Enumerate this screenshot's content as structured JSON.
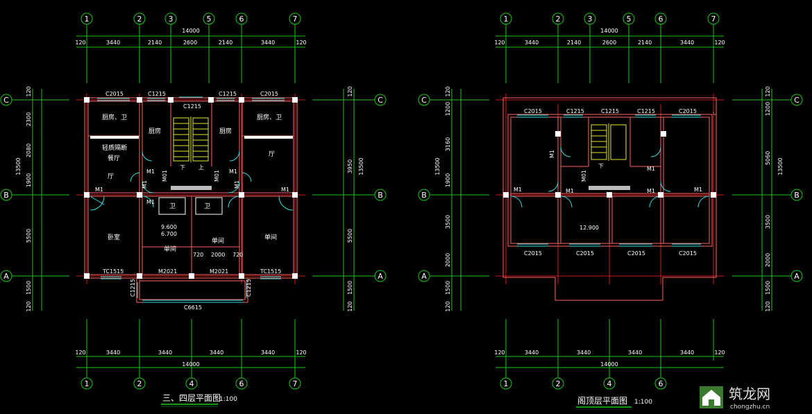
{
  "plans": [
    {
      "title": "三、四层平面图",
      "scale": "1:100",
      "top_axes": [
        "1",
        "2",
        "3",
        "5",
        "6",
        "7"
      ],
      "bottom_axes": [
        "1",
        "2",
        "4",
        "6",
        "7"
      ],
      "row_axes": [
        "C",
        "B",
        "A"
      ],
      "top_total": "14000",
      "top_dims": [
        "120",
        "3440",
        "2140",
        "2600",
        "2140",
        "3440",
        "120"
      ],
      "bottom_total": "14000",
      "bottom_dims": [
        "120",
        "3440",
        "3440",
        "3440",
        "3440",
        "120"
      ],
      "left_dims": [
        "120",
        "2300",
        "2080",
        "1900",
        "5500",
        "1500",
        "120"
      ],
      "left_total": "13500",
      "right_dims": [
        "120",
        "3950",
        "5500",
        "1500",
        "120"
      ],
      "right_total": "13500",
      "labels": {
        "kitchen_left": "厨房、卫",
        "kitchen_right": "厨房、卫",
        "kitchen_inner_left": "厨房",
        "kitchen_inner_right": "厨房",
        "partition": "轻质隔断",
        "dining": "餐厅",
        "hall_left": "厅",
        "hall_right": "厅",
        "bedroom_left": "卧室",
        "bath_left": "卫",
        "bath_right": "卫",
        "elev1": "9.600",
        "elev2": "6.700",
        "single_left": "单间",
        "single_mid": "单间",
        "single_right": "单间",
        "down": "下",
        "up": "上"
      },
      "windows": {
        "c2015_left": "C2015",
        "c1215_left": "C1215",
        "c1215_stair": "C1215",
        "c1215_right": "C1215",
        "c2015_right": "C2015",
        "tc_left": "TC1515",
        "tc_right": "TC1515",
        "m2021_left": "M2021",
        "m2021_right": "M2021",
        "c1215_side_l": "C1215",
        "c1215_side_r": "C1215",
        "c6615": "C6615",
        "dim_720a": "720",
        "dim_2000": "2000",
        "dim_720b": "720"
      },
      "doors": {
        "m1_a": "M1",
        "m1_b": "M1",
        "m1_c": "M1",
        "m1_d": "M1",
        "m1_e": "M1",
        "m1_f": "M1",
        "m1_g": "M1",
        "m01_a": "M01",
        "m01_b": "M01"
      }
    },
    {
      "title": "阁顶层平面图",
      "scale": "1:100",
      "top_axes": [
        "1",
        "2",
        "3",
        "5",
        "6",
        "7"
      ],
      "bottom_axes": [
        "1",
        "2",
        "4",
        "6"
      ],
      "row_axes": [
        "C",
        "B",
        "A"
      ],
      "top_total": "14000",
      "top_dims": [
        "120",
        "3440",
        "2140",
        "2600",
        "2140",
        "3440",
        "120"
      ],
      "bottom_total": "14000",
      "bottom_dims": [
        "120",
        "3440",
        "3440",
        "3440",
        "3440",
        "120"
      ],
      "left_dims": [
        "120",
        "1200",
        "3160",
        "1900",
        "3500",
        "2000",
        "1500",
        "120"
      ],
      "left_total": "13500",
      "right_dims": [
        "120",
        "1200",
        "5060",
        "3500",
        "2000",
        "1500",
        "120"
      ],
      "right_total": "13500",
      "labels": {
        "elev": "12.900",
        "down": "下"
      },
      "windows": {
        "c2015_a": "C2015",
        "c1215_a": "C1215",
        "c1215_b": "C1215",
        "c1215_c": "C1215",
        "c2015_b": "C2015",
        "c2015_c": "C2015",
        "c2015_d": "C2015",
        "c2015_e": "C2015",
        "c2015_f": "C2015"
      },
      "doors": {
        "m1_a": "M1",
        "m1_b": "M1",
        "m1_c": "M1",
        "m1_d": "M1",
        "m1_e": "M1",
        "m1_f": "M1",
        "m01": "M01"
      }
    }
  ],
  "watermark": {
    "brand": "筑龙网",
    "site": "chongzhu.cn"
  },
  "colors": {
    "background": "#000000",
    "axis": "#1cc81c",
    "wall": "#ff6666",
    "window": "#33e0e6",
    "stair": "#e8e820",
    "text": "#ffffff"
  }
}
